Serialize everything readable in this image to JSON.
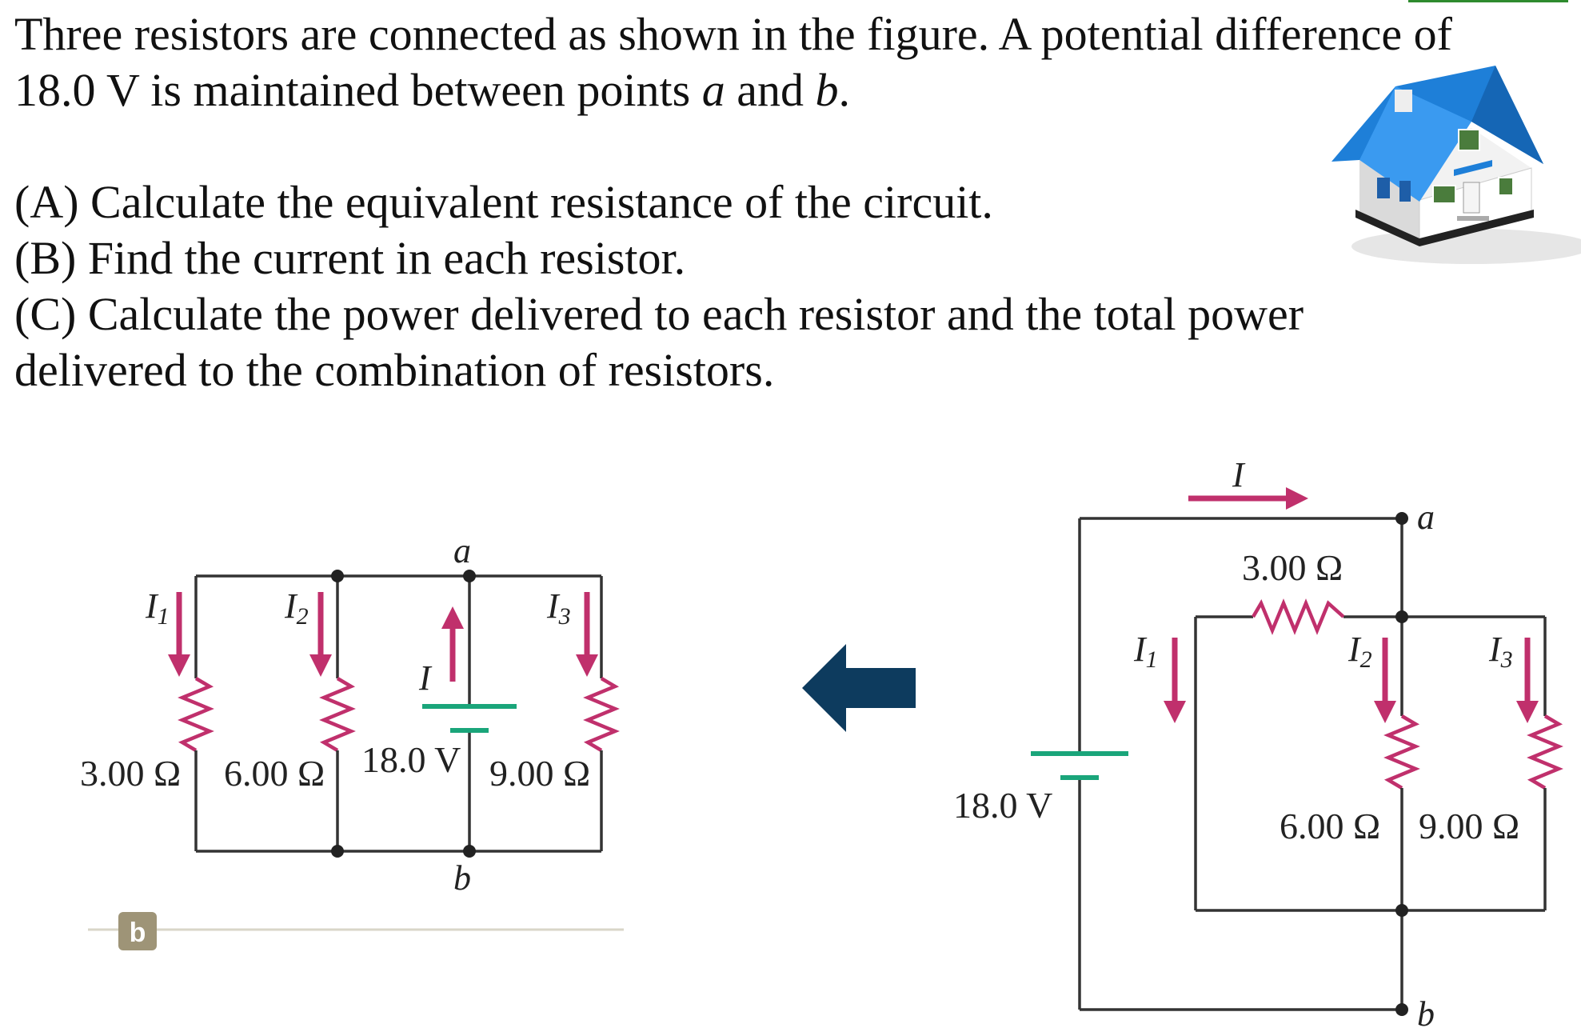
{
  "problem": {
    "line1_part1": "Three resistors are connected as shown in the figure. A potential difference of",
    "line2_part1": "18.0 V is maintained between points ",
    "point_a": "a",
    "line2_and": " and ",
    "point_b": "b",
    "line2_end": ".",
    "part_a": "(A)  Calculate the equivalent resistance of the circuit.",
    "part_b": "(B) Find the current in each resistor.",
    "part_c_line1": "(C) Calculate the power delivered to each resistor and the total power",
    "part_c_line2": "delivered to the combination of resistors."
  },
  "left_circuit": {
    "node_a": "a",
    "node_b": "b",
    "r1": "3.00 Ω",
    "r2": "6.00 Ω",
    "r3": "9.00 Ω",
    "battery": "18.0 V",
    "current_main": "I",
    "current_symbol": "I",
    "sub1": "1",
    "sub2": "2",
    "sub3": "3",
    "badge": "b"
  },
  "right_circuit": {
    "node_a": "a",
    "node_b": "b",
    "r1": "3.00 Ω",
    "r2": "6.00 Ω",
    "r3": "9.00 Ω",
    "battery": "18.0 V",
    "current_main": "I",
    "current_symbol": "I",
    "sub1": "1",
    "sub2": "2",
    "sub3": "3"
  },
  "colors": {
    "wire": "#333333",
    "current_arrow": "#c0306c",
    "battery": "#1aa57a",
    "nav_arrow": "#0d3b5e",
    "house_roof": "#1e7fd8",
    "badge": "#9e9477"
  },
  "icons": {
    "house": "house-icon",
    "nav_arrow": "left-arrow-icon"
  }
}
